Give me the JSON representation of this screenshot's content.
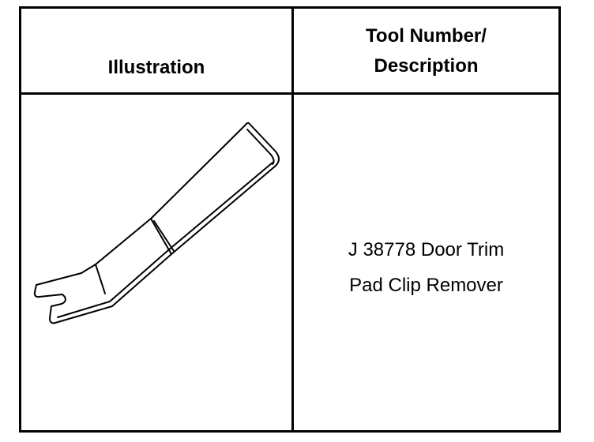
{
  "table": {
    "headers": {
      "illustration": "Illustration",
      "tool_line1": "Tool Number/",
      "tool_line2": "Description"
    },
    "row": {
      "illustration_icon": "door-trim-pad-clip-remover-icon",
      "description_line1": "J 38778 Door Trim",
      "description_line2": "Pad Clip Remover"
    }
  }
}
